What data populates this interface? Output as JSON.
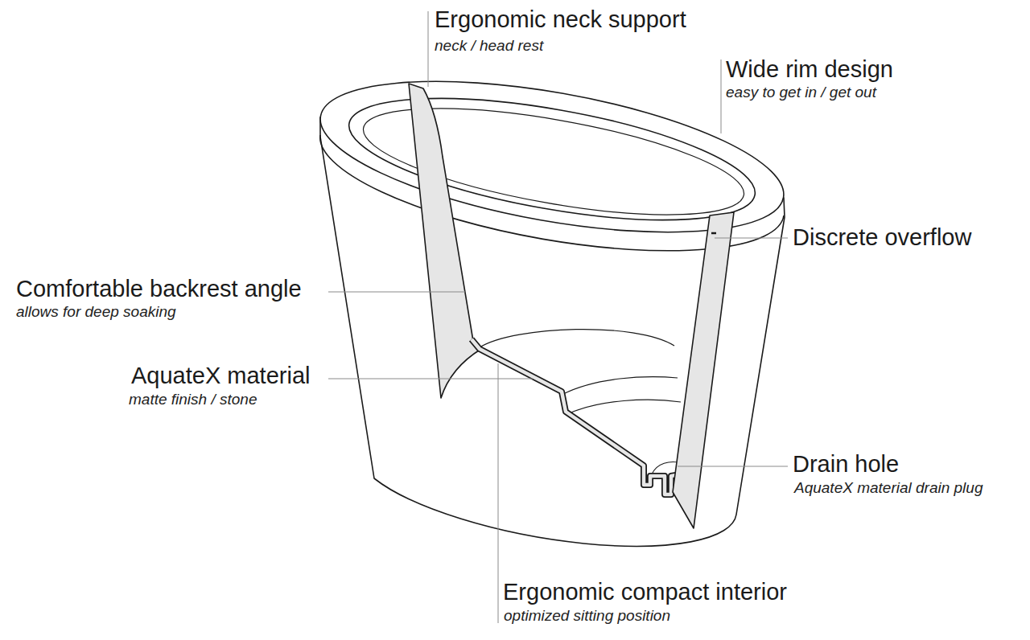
{
  "diagram": {
    "labels": [
      "Ergonomic neck support",
      "neck / head rest",
      "Wide rim design",
      "easy to get in / get out",
      "Discrete overflow",
      "Comfortable backrest angle",
      "allows for deep soaking",
      "AquateX material",
      "matte finish / stone",
      "Drain hole",
      "AquateX material drain plug",
      "Ergonomic compact interior",
      "optimized sitting position"
    ]
  }
}
